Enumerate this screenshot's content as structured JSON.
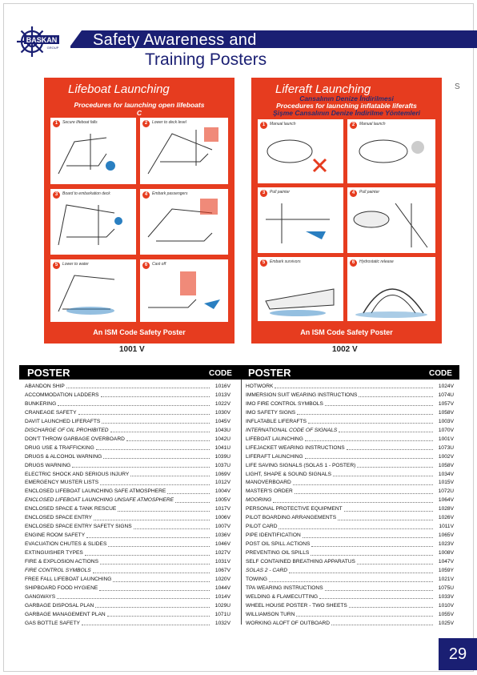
{
  "header": {
    "brand": "BASKAN",
    "brand_sub": "GROUP",
    "title_line1": "Safety Awareness and",
    "title_line2": "Training Posters",
    "side_tag": "S"
  },
  "posters": [
    {
      "title": "Lifeboat Launching",
      "subtitles": [
        "Procedures for launching open lifeboats",
        "C"
      ],
      "panels": [
        {
          "num": "1",
          "caption": "Secure lifeboat falls"
        },
        {
          "num": "2",
          "caption": "Lower to deck level"
        },
        {
          "num": "3",
          "caption": "Board to embarkation deck"
        },
        {
          "num": "4",
          "caption": "Embark passengers"
        },
        {
          "num": "5",
          "caption": "Lower to water"
        },
        {
          "num": "6",
          "caption": "Cast off"
        }
      ],
      "footer": "An ISM Code Safety Poster",
      "code": "1001 V"
    },
    {
      "title": "Liferaft Launching",
      "subtitles": [
        "Cansalının Denize İndirilmesi",
        "Procedures for launching inflatable liferafts",
        "Şişme Cansalının Denize İndirilme Yöntemleri"
      ],
      "panels": [
        {
          "num": "1",
          "caption": "Manual launch"
        },
        {
          "num": "2",
          "caption": "Manual launch"
        },
        {
          "num": "3",
          "caption": "Pull painter"
        },
        {
          "num": "4",
          "caption": "Pull painter"
        },
        {
          "num": "5",
          "caption": "Embark survivors"
        },
        {
          "num": "6",
          "caption": "Hydrostatic release"
        }
      ],
      "footer": "An ISM Code Safety Poster",
      "code": "1002 V"
    }
  ],
  "table": {
    "poster_header": "POSTER",
    "code_header": "CODE",
    "left": [
      {
        "name": "ABANDON SHIP",
        "code": "1016V",
        "italic": false
      },
      {
        "name": "ACCOMMODATION LADDERS",
        "code": "1013V",
        "italic": false
      },
      {
        "name": "BUNKERING",
        "code": "1022V",
        "italic": false
      },
      {
        "name": "CRANEAGE SAFETY",
        "code": "1030V",
        "italic": false
      },
      {
        "name": "DAVIT LAUNCHED LIFERAFTS",
        "code": "1045V",
        "italic": false
      },
      {
        "name": "DISCHARGE OF OIL PROHIBITED",
        "code": "1043U",
        "italic": true
      },
      {
        "name": "DON'T THROW GARBAGE OVERBOARD",
        "code": "1042U",
        "italic": false
      },
      {
        "name": "DRUG USE & TRAFFICKING",
        "code": "1041U",
        "italic": false
      },
      {
        "name": "DRUGS & ALCOHOL WARNING",
        "code": "1039U",
        "italic": false
      },
      {
        "name": "DRUGS WARNING",
        "code": "1037U",
        "italic": false
      },
      {
        "name": "ELECTRIC SHOCK AND SERIOUS INJURY",
        "code": "1069V",
        "italic": false
      },
      {
        "name": "EMERGENCY MUSTER LISTS",
        "code": "1012V",
        "italic": false
      },
      {
        "name": "ENCLOSED LIFEBOAT LAUNCHING SAFE ATMOSPHERE",
        "code": "1004V",
        "italic": false
      },
      {
        "name": "ENCLOSED LIFEBOAT LAUNCHING UNSAFE ATMOSPHERE",
        "code": "1005V",
        "italic": true
      },
      {
        "name": "ENCLOSED SPACE & TANK RESCUE",
        "code": "1017V",
        "italic": false
      },
      {
        "name": "ENCLOSED SPACE ENTRY",
        "code": "1006V",
        "italic": false
      },
      {
        "name": "ENCLOSED SPACE ENTRY SAFETY SIGNS",
        "code": "1007V",
        "italic": false
      },
      {
        "name": "ENGINE ROOM SAFETY",
        "code": "1036V",
        "italic": false
      },
      {
        "name": "EVACUATION CHUTES & SLIDES",
        "code": "1046V",
        "italic": false
      },
      {
        "name": "EXTINGUISHER TYPES",
        "code": "1027V",
        "italic": false
      },
      {
        "name": "FIRE & EXPLOSION ACTIONS",
        "code": "1031V",
        "italic": false
      },
      {
        "name": "FIRE CONTROL SYMBOLS",
        "code": "1067V",
        "italic": true
      },
      {
        "name": "FREE FALL LIFEBOAT LAUNCHING",
        "code": "1020V",
        "italic": false
      },
      {
        "name": "SHIPBOARD FOOD HYGIENE",
        "code": "1044V",
        "italic": false
      },
      {
        "name": "GANGWAYS",
        "code": "1014V",
        "italic": false
      },
      {
        "name": "GARBAGE DISPOSAL PLAN",
        "code": "1029U",
        "italic": false
      },
      {
        "name": "GARBAGE MANAGEMENT PLAN",
        "code": "1071U",
        "italic": false
      },
      {
        "name": "GAS BOTTLE SAFETY",
        "code": "1032V",
        "italic": false
      }
    ],
    "right": [
      {
        "name": "HOTWORK",
        "code": "1024V",
        "italic": false
      },
      {
        "name": "IMMERSION SUIT WEARING INSTRUCTIONS",
        "code": "1074U",
        "italic": false
      },
      {
        "name": "IMO FIRE CONTROL SYMBOLS",
        "code": "1057V",
        "italic": false
      },
      {
        "name": "IMO SAFETY SIGNS",
        "code": "1058V",
        "italic": false
      },
      {
        "name": "INFLATABLE LIFERAFTS",
        "code": "1003V",
        "italic": false
      },
      {
        "name": "INTERNATIONAL CODE OF SIGNALS",
        "code": "1070V",
        "italic": true
      },
      {
        "name": "LIFEBOAT LAUNCHING",
        "code": "1001V",
        "italic": false
      },
      {
        "name": "LIFEJACKET WEARING INSTRUCTIONS",
        "code": "1073U",
        "italic": false
      },
      {
        "name": "LIFERAFT LAUNCHING",
        "code": "1002V",
        "italic": false
      },
      {
        "name": "LIFE SAVING SIGNALS (SOLAS 1 - POSTER)",
        "code": "1058V",
        "italic": false
      },
      {
        "name": "LIGHT, SHAPE & SOUND SIGNALS",
        "code": "1034V",
        "italic": false
      },
      {
        "name": "MANOVERBOARD",
        "code": "1015V",
        "italic": false
      },
      {
        "name": "MASTER'S ORDER",
        "code": "1072U",
        "italic": false
      },
      {
        "name": "MOORING",
        "code": "1064V",
        "italic": true
      },
      {
        "name": "PERSONAL PROTECTIVE EQUIPMENT",
        "code": "1028V",
        "italic": false
      },
      {
        "name": "PILOT BOARDING ARRANGEMENTS",
        "code": "1026V",
        "italic": false
      },
      {
        "name": "PILOT CARD",
        "code": "1011V",
        "italic": false
      },
      {
        "name": "PIPE IDENTIFICATION",
        "code": "1065V",
        "italic": false
      },
      {
        "name": "POST OIL SPILL ACTIONS",
        "code": "1023V",
        "italic": false
      },
      {
        "name": "PREVENTING OIL SPILLS",
        "code": "1008V",
        "italic": false
      },
      {
        "name": "SELF CONTAINED BREATHING APPARATUS",
        "code": "1047V",
        "italic": false
      },
      {
        "name": "SOLAS 2 - CARD",
        "code": "1059Y",
        "italic": true
      },
      {
        "name": "TOWING",
        "code": "1021V",
        "italic": false
      },
      {
        "name": "TPA WEARING INSTRUCTIONS",
        "code": "1075U",
        "italic": false
      },
      {
        "name": "WELDING & FLAMECUTTING",
        "code": "1033V",
        "italic": false
      },
      {
        "name": "WHEEL HOUSE POSTER - TWO SHEETS",
        "code": "1010V",
        "italic": false
      },
      {
        "name": "WILLIAMSON TURN",
        "code": "1055V",
        "italic": false
      },
      {
        "name": "WORKING ALOFT OF OUTBOARD",
        "code": "1025V",
        "italic": false
      }
    ]
  },
  "page_number": "29",
  "colors": {
    "navy": "#1a1f73",
    "poster_red": "#e63c1f"
  }
}
